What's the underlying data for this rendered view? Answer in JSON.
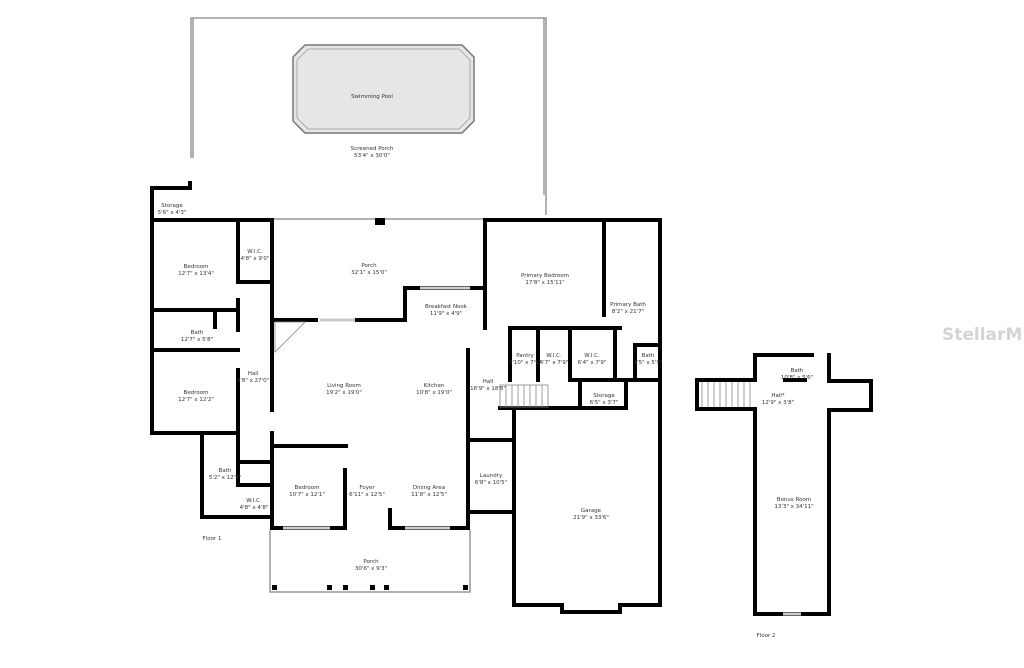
{
  "floor1": {
    "label": "Floor 1",
    "rooms": [
      {
        "name": "Swimming Pool",
        "dims": ""
      },
      {
        "name": "Screened Porch",
        "dims": "53'4\" x 30'0\""
      },
      {
        "name": "Storage",
        "dims": "5'6\" x 4'3\""
      },
      {
        "name": "Bedroom",
        "dims": "12'7\" x 13'4\""
      },
      {
        "name": "W.I.C.",
        "dims": "4'8\" x 9'0\""
      },
      {
        "name": "Porch",
        "dims": "32'1\" x 15'0\""
      },
      {
        "name": "Breakfast Nook",
        "dims": "11'9\" x 4'9\""
      },
      {
        "name": "Primary Bedroom",
        "dims": "17'8\" x 15'11\""
      },
      {
        "name": "Primary Bath",
        "dims": "8'2\" x 21'7\""
      },
      {
        "name": "Bath",
        "dims": "12'7\" x 5'8\""
      },
      {
        "name": "Hall",
        "dims": "4'8\" x 27'0\""
      },
      {
        "name": "Bedroom",
        "dims": "12'7\" x 12'2\""
      },
      {
        "name": "Living Room",
        "dims": "19'2\" x 19'0\""
      },
      {
        "name": "Kitchen",
        "dims": "10'8\" x 19'0\""
      },
      {
        "name": "Hall",
        "dims": "16'9\" x 18'8\""
      },
      {
        "name": "Pantry",
        "dims": "3'10\" x 7'9\""
      },
      {
        "name": "W.I.C.",
        "dims": "4'7\" x 7'9\""
      },
      {
        "name": "W.I.C.",
        "dims": "6'4\" x 7'9\""
      },
      {
        "name": "Bath",
        "dims": "4'5\" x 5'9\""
      },
      {
        "name": "Storage",
        "dims": "6'5\" x 3'7\""
      },
      {
        "name": "Bath",
        "dims": "5'2\" x 12'5\""
      },
      {
        "name": "W.I.C.",
        "dims": "4'8\" x 4'8\""
      },
      {
        "name": "Bedroom",
        "dims": "10'7\" x 12'1\""
      },
      {
        "name": "Foyer",
        "dims": "6'11\" x 12'5\""
      },
      {
        "name": "Dining Area",
        "dims": "11'8\" x 12'5\""
      },
      {
        "name": "Laundry",
        "dims": "6'8\" x 10'5\""
      },
      {
        "name": "Garage",
        "dims": "21'9\" x 33'6\""
      },
      {
        "name": "Porch",
        "dims": "30'6\" x 9'3\""
      }
    ]
  },
  "floor2": {
    "label": "Floor 2",
    "rooms": [
      {
        "name": "Bath",
        "dims": "10'8\" x 5'6\""
      },
      {
        "name": "Hall*",
        "dims": "12'9\" x 3'8\""
      },
      {
        "name": "Bonus Room",
        "dims": "13'3\" x 34'11\""
      }
    ]
  },
  "watermark": "StellarMLS",
  "colors": {
    "wall": "#000000",
    "thin_wall": "#999999",
    "background": "#ffffff"
  }
}
